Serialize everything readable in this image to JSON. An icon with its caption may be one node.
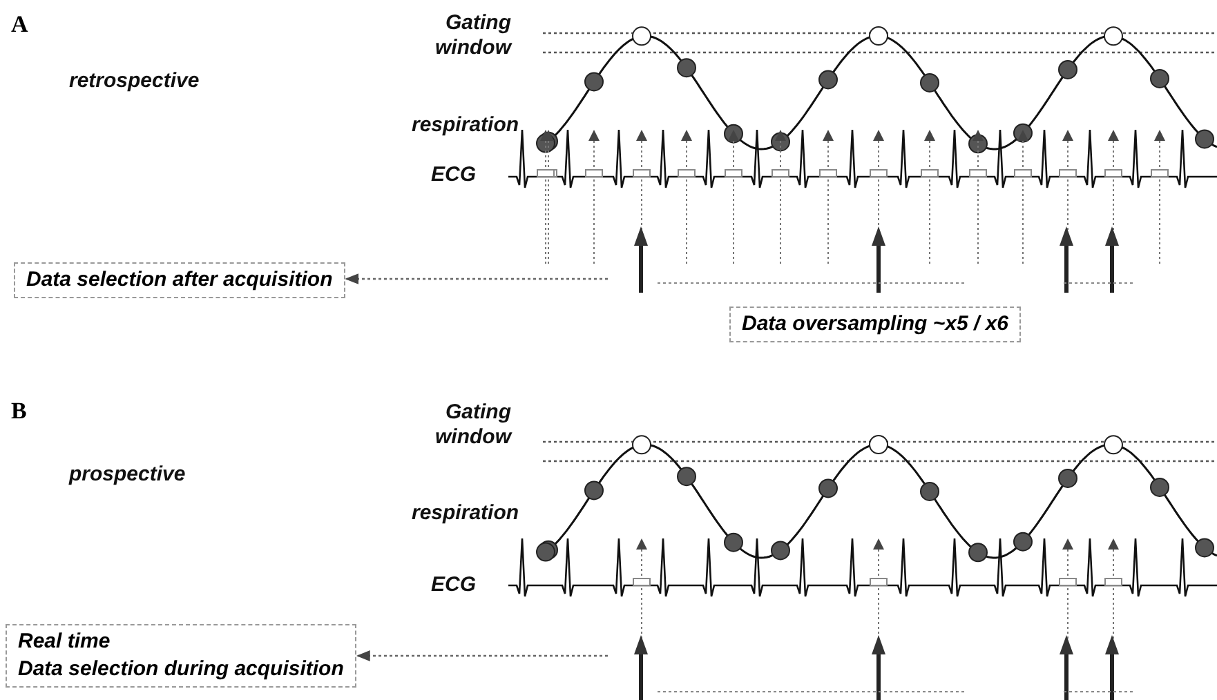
{
  "diagram": {
    "nodes": [
      {
        "text": [
          "Data selection after acquisition"
        ]
      },
      {
        "text": [
          "Data oversampling ~x5 / x6"
        ]
      },
      {
        "text": [
          "Real time",
          "Data selection during acquisition"
        ]
      }
    ],
    "edges": [
      {
        "from": null,
        "to": 0,
        "arrow": "to",
        "style": "dashed"
      },
      {
        "from": null,
        "to": 2,
        "arrow": "to",
        "style": "dashed"
      }
    ],
    "labels": [
      "A",
      "Gating window",
      "retrospective",
      "respiration",
      "ECG",
      "B",
      "Gating window",
      "prospective",
      "respiration",
      "ECG"
    ]
  }
}
